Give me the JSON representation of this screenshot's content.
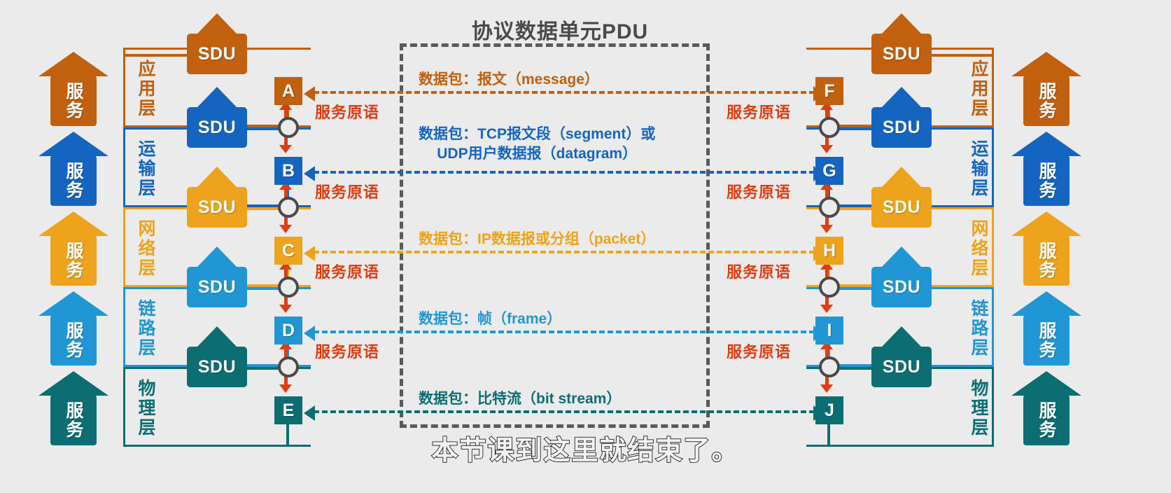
{
  "title": "协议数据单元PDU",
  "subtitle": "本节课到这里就结束了。",
  "colors": {
    "application": "#c1600f",
    "transport": "#1565c0",
    "network": "#eda31b",
    "datalink": "#2196d4",
    "physical": "#0c6e72",
    "primitive_red": "#e03c10",
    "dashed_box": "#5a5a5a",
    "title_gray": "#4a4a4a",
    "background": "#ebebeb"
  },
  "layers": [
    {
      "name": "应用层",
      "color_key": "application",
      "pdu": "数据包：报文（message）",
      "pdu_line2": "",
      "left_letter": "A",
      "right_letter": "F",
      "sdu": "SDU",
      "service": "服务"
    },
    {
      "name": "运输层",
      "color_key": "transport",
      "pdu": "数据包：TCP报文段（segment）或",
      "pdu_line2": "UDP用户数据报（datagram）",
      "left_letter": "B",
      "right_letter": "G",
      "sdu": "SDU",
      "service": "服务"
    },
    {
      "name": "网络层",
      "color_key": "network",
      "pdu": "数据包：IP数据报或分组（packet）",
      "pdu_line2": "",
      "left_letter": "C",
      "right_letter": "H",
      "sdu": "SDU",
      "service": "服务"
    },
    {
      "name": "链路层",
      "color_key": "datalink",
      "pdu": "数据包：帧（frame）",
      "pdu_line2": "",
      "left_letter": "D",
      "right_letter": "I",
      "sdu": "SDU",
      "service": "服务"
    },
    {
      "name": "物理层",
      "color_key": "physical",
      "pdu": "数据包：比特流（bit stream）",
      "pdu_line2": "",
      "left_letter": "E",
      "right_letter": "J",
      "sdu": "SDU",
      "service": "服务"
    }
  ],
  "top_sdu": {
    "label": "SDU",
    "color_key": "application"
  },
  "primitive_label": "服务原语",
  "primitives_count_per_side": 4
}
